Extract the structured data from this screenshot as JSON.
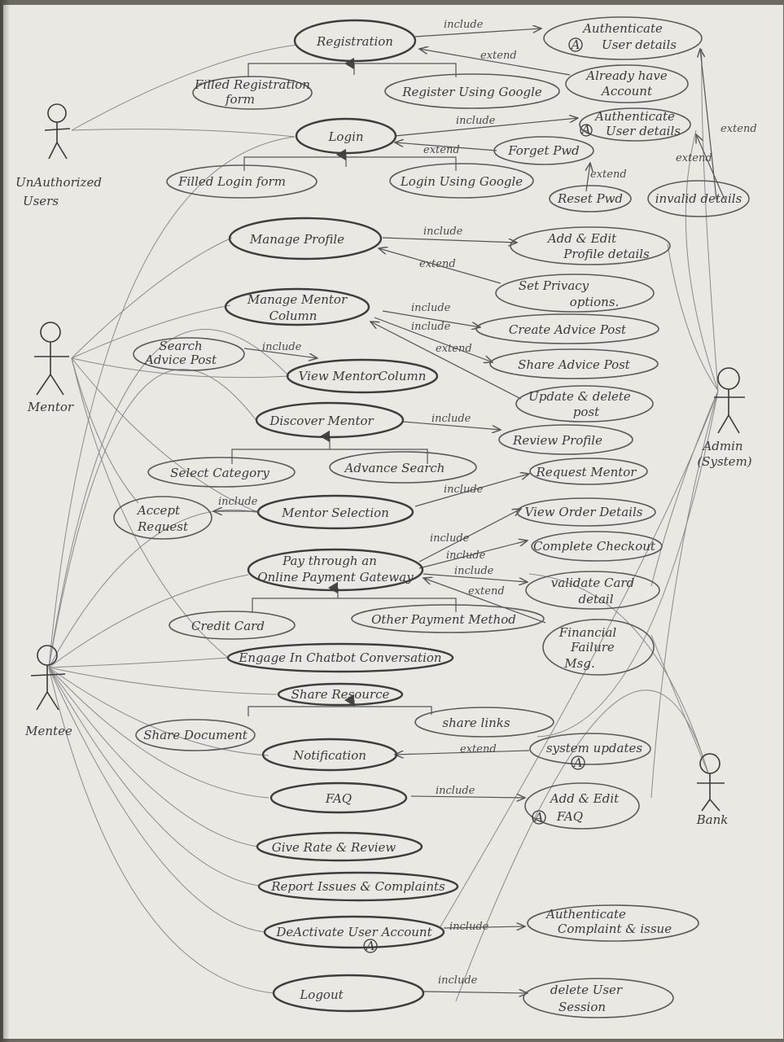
{
  "actors": {
    "unauthorized": {
      "line1": "UnAuthorized",
      "line2": "Users"
    },
    "mentor": {
      "label": "Mentor"
    },
    "mentee": {
      "label": "Mentee"
    },
    "admin": {
      "line1": "Admin",
      "line2": "(System)"
    },
    "bank": {
      "label": "Bank"
    }
  },
  "usecases": {
    "registration": "Registration",
    "authenticate_user_details_1": {
      "line1": "Authenticate",
      "line2": "User details"
    },
    "already_have_account": {
      "line1": "Already have",
      "line2": "Account"
    },
    "filled_registration_form": {
      "line1": "Filled Registration",
      "line2": "form"
    },
    "register_using_google": "Register Using Google",
    "login": "Login",
    "authenticate_user_details_2": {
      "line1": "Authenticate",
      "line2": "User details"
    },
    "forget_pwd": "Forget Pwd",
    "filled_login_form": "Filled Login form",
    "login_using_google": "Login Using Google",
    "reset_pwd": "Reset Pwd",
    "invalid_details": "invalid details",
    "manage_profile": "Manage Profile",
    "add_edit_profile_details": {
      "line1": "Add & Edit",
      "line2": "Profile details"
    },
    "set_privacy_options": {
      "line1": "Set Privacy",
      "line2": "options."
    },
    "manage_mentor_column": {
      "line1": "Manage Mentor",
      "line2": "Column"
    },
    "create_advice_post": "Create Advice Post",
    "share_advice_post": "Share Advice Post",
    "search_advice_post": {
      "line1": "Search",
      "line2": "Advice Post"
    },
    "view_mentor_column": "View MentorColumn",
    "update_delete_post": {
      "line1": "Update & delete",
      "line2": "post"
    },
    "discover_mentor": "Discover Mentor",
    "review_profile": "Review Profile",
    "select_category": "Select Category",
    "advance_search": "Advance Search",
    "request_mentor": "Request Mentor",
    "accept_request": {
      "line1": "Accept",
      "line2": "Request"
    },
    "mentor_selection": "Mentor Selection",
    "view_order_details": "View Order Details",
    "complete_checkout": "Complete Checkout",
    "pay_online": {
      "line1": "Pay through an",
      "line2": "Online Payment Gateway"
    },
    "validate_card_detail": {
      "line1": "validate Card",
      "line2": "detail"
    },
    "credit_card": "Credit Card",
    "other_payment_method": "Other Payment Method",
    "financial_failure_msg": {
      "line1": "Financial",
      "line2": "Failure",
      "line3": "Msg."
    },
    "engage_chatbot": "Engage In Chatbot Conversation",
    "share_resource": "Share Resource",
    "share_document": "Share Document",
    "share_links": "share links",
    "notification": "Notification",
    "system_updates": "system updates",
    "faq": "FAQ",
    "add_edit_faq": {
      "line1": "Add & Edit",
      "line2": "FAQ"
    },
    "give_rate_review": "Give Rate & Review",
    "report_issues": "Report Issues & Complaints",
    "deactivate_account": "DeActivate User Account",
    "authenticate_complaint": {
      "line1": "Authenticate",
      "line2": "Complaint & issue"
    },
    "logout": "Logout",
    "delete_user_session": {
      "line1": "delete User",
      "line2": "Session"
    }
  },
  "relations": {
    "include": "include",
    "extend": "extend",
    "admin_marker": "A"
  }
}
